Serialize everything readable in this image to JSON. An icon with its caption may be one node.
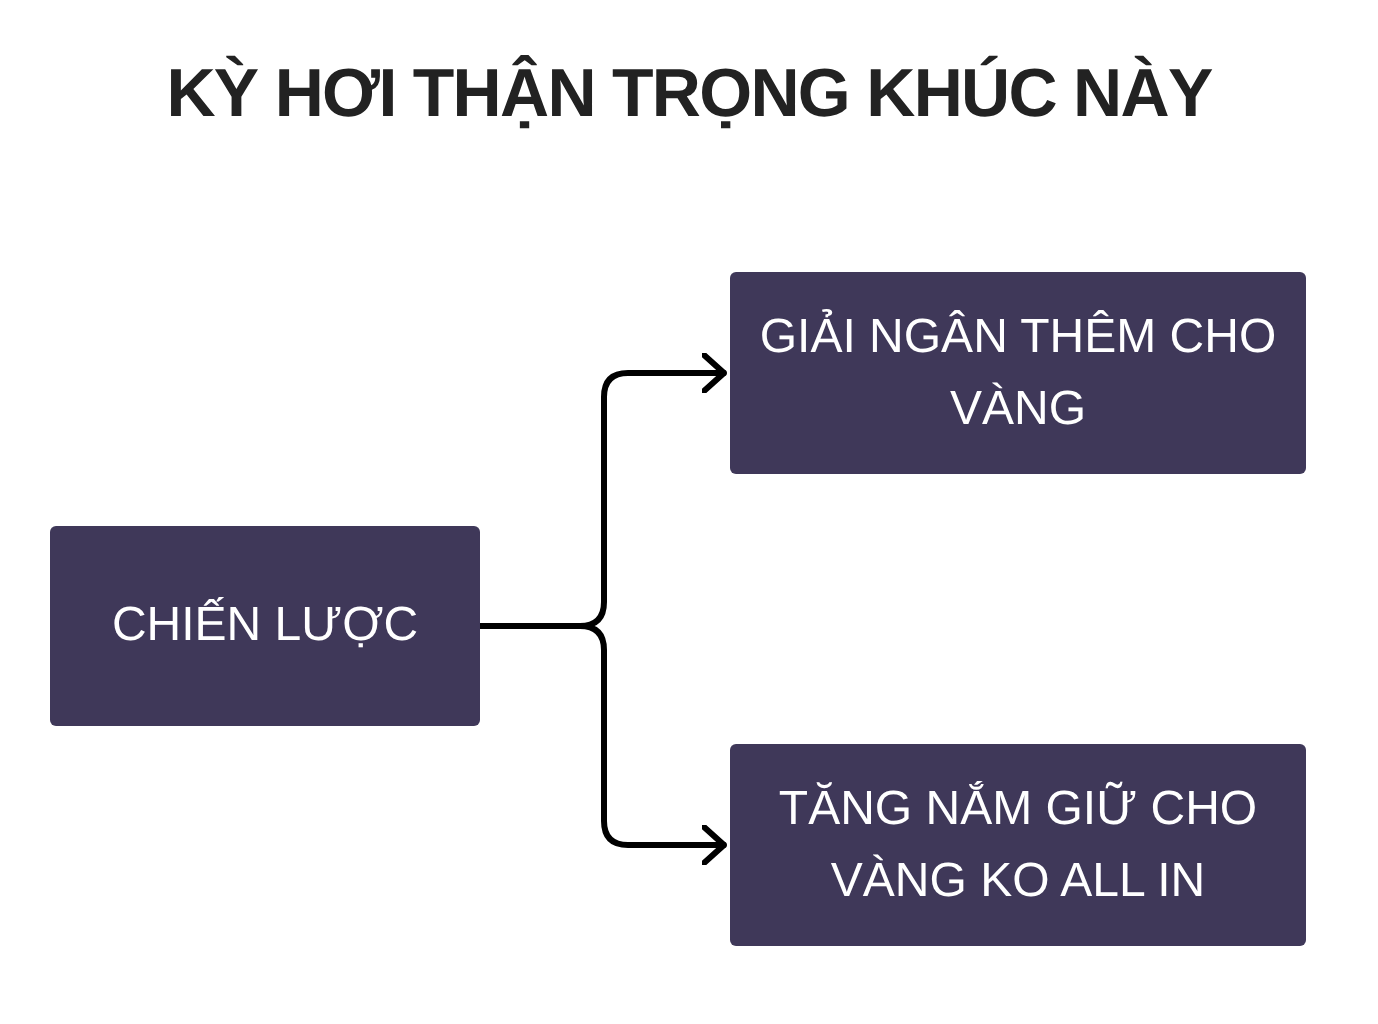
{
  "diagram": {
    "title": "KỲ HƠI THẬN TRỌNG KHÚC NÀY",
    "nodes": [
      {
        "text": [
          "CHIẾN LƯỢC"
        ]
      },
      {
        "text": [
          "GIẢI NGÂN THÊM CHO VÀNG"
        ]
      },
      {
        "text": [
          "TĂNG NẮM GIỮ CHO VÀNG KO ALL IN"
        ]
      }
    ],
    "edges": [
      {
        "from": 0,
        "to": 1,
        "arrow": "to"
      },
      {
        "from": 0,
        "to": 2,
        "arrow": "to"
      }
    ]
  }
}
